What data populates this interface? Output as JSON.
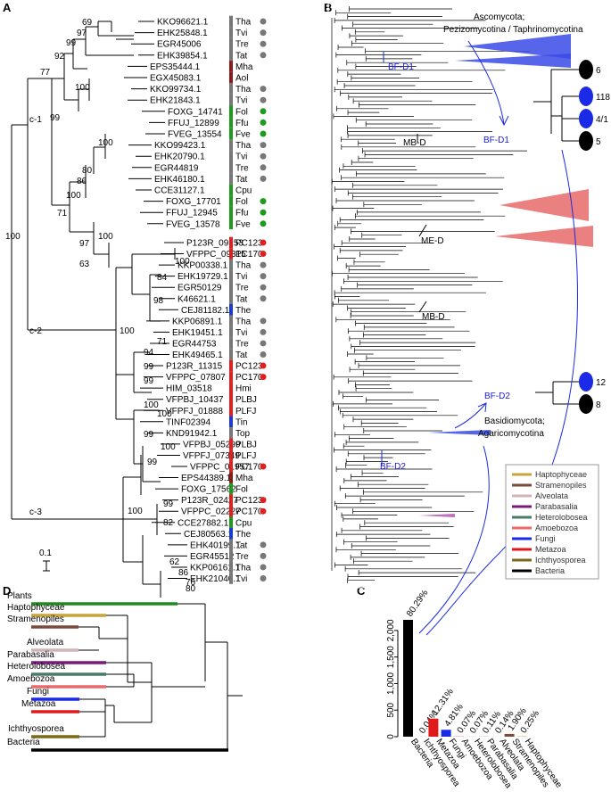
{
  "panels": {
    "a": "A",
    "b": "B",
    "c": "C",
    "d": "D"
  },
  "panel_a": {
    "clades": {
      "c1": "c-1",
      "c2": "c-2",
      "c3": "c-3"
    },
    "scale": "0.1",
    "supports": {
      "s1": "69",
      "s2": "97",
      "s3": "99",
      "s4": "92",
      "s5": "77",
      "s6": "100",
      "s7": "99",
      "s8": "100",
      "s9": "80",
      "s10": "86",
      "s11": "100",
      "s12": "71",
      "s13": "100",
      "s14": "97",
      "s15": "63",
      "s16": "100",
      "s17": "100",
      "s18": "84",
      "s19": "98",
      "s20": "100",
      "s21": "71",
      "s22": "94",
      "s23": "99",
      "s24": "99",
      "s25": "100",
      "s26": "100",
      "s27": "99",
      "s28": "100",
      "s29": "99",
      "s30": "100",
      "s31": "99",
      "s32": "82",
      "s33": "62",
      "s34": "86",
      "s35": "76",
      "s36": "80"
    },
    "leaves": [
      {
        "id": "KKO96621.1",
        "sp": "Tha",
        "bar": "#777777",
        "dot": "#777777"
      },
      {
        "id": "EHK25848.1",
        "sp": "Tvi",
        "bar": "#777777",
        "dot": "#777777"
      },
      {
        "id": "EGR45006",
        "sp": "Tre",
        "bar": "#777777",
        "dot": "#777777"
      },
      {
        "id": "EHK39854.1",
        "sp": "Tat",
        "bar": "#777777",
        "dot": "#777777"
      },
      {
        "id": "EPS35444.1",
        "sp": "Mha",
        "bar": "#8b1a1a",
        "dot": ""
      },
      {
        "id": "EGX45083.1",
        "sp": "Aol",
        "bar": "#8b1a1a",
        "dot": ""
      },
      {
        "id": "KKO99734.1",
        "sp": "Tha",
        "bar": "#777777",
        "dot": "#777777"
      },
      {
        "id": "EHK21843.1",
        "sp": "Tvi",
        "bar": "#777777",
        "dot": "#777777"
      },
      {
        "id": "FOXG_14741",
        "sp": "Fol",
        "bar": "#1f9a1f",
        "dot": "#1f9a1f"
      },
      {
        "id": "FFUJ_12899",
        "sp": "Ffu",
        "bar": "#1f9a1f",
        "dot": "#1f9a1f"
      },
      {
        "id": "FVEG_13554",
        "sp": "Fve",
        "bar": "#1f9a1f",
        "dot": "#1f9a1f"
      },
      {
        "id": "KKO99423.1",
        "sp": "Tha",
        "bar": "#777777",
        "dot": "#777777"
      },
      {
        "id": "EHK20790.1",
        "sp": "Tvi",
        "bar": "#777777",
        "dot": "#777777"
      },
      {
        "id": "EGR44819",
        "sp": "Tre",
        "bar": "#777777",
        "dot": "#777777"
      },
      {
        "id": "EHK46180.1",
        "sp": "Tat",
        "bar": "#777777",
        "dot": "#777777"
      },
      {
        "id": "CCE31127.1",
        "sp": "Cpu",
        "bar": "#1f9a1f",
        "dot": ""
      },
      {
        "id": "FOXG_17701",
        "sp": "Fol",
        "bar": "#1f9a1f",
        "dot": "#1f9a1f"
      },
      {
        "id": "FFUJ_12945",
        "sp": "Ffu",
        "bar": "#1f9a1f",
        "dot": "#1f9a1f"
      },
      {
        "id": "FVEG_13578",
        "sp": "Fve",
        "bar": "#1f9a1f",
        "dot": "#1f9a1f"
      },
      {
        "id": "P123R_09153",
        "sp": "PC123",
        "bar": "#e02020",
        "dot": "#e02020"
      },
      {
        "id": "VFPPC_09315",
        "sp": "PC170",
        "bar": "#e02020",
        "dot": "#e02020"
      },
      {
        "id": "KKP00338.1",
        "sp": "Tha",
        "bar": "#777777",
        "dot": "#777777"
      },
      {
        "id": "EHK19729.1",
        "sp": "Tvi",
        "bar": "#777777",
        "dot": "#777777"
      },
      {
        "id": "EGR50129",
        "sp": "Tre",
        "bar": "#777777",
        "dot": "#777777"
      },
      {
        "id": "K46621.1",
        "sp": "Tat",
        "bar": "#777777",
        "dot": "#777777"
      },
      {
        "id": "CEJ81182.1",
        "sp": "The",
        "bar": "#1a3ad6",
        "dot": ""
      },
      {
        "id": "KKP06891.1",
        "sp": "Tha",
        "bar": "#777777",
        "dot": "#777777"
      },
      {
        "id": "EHK19451.1",
        "sp": "Tvi",
        "bar": "#777777",
        "dot": "#777777"
      },
      {
        "id": "EGR44753",
        "sp": "Tre",
        "bar": "#777777",
        "dot": "#777777"
      },
      {
        "id": "EHK49465.1",
        "sp": "Tat",
        "bar": "#777777",
        "dot": "#777777"
      },
      {
        "id": "P123R_11315",
        "sp": "PC123",
        "bar": "#e02020",
        "dot": "#e02020"
      },
      {
        "id": "VFPPC_07807",
        "sp": "PC170",
        "bar": "#e02020",
        "dot": "#e02020"
      },
      {
        "id": "HIM_03518",
        "sp": "Hmi",
        "bar": "#e02020",
        "dot": ""
      },
      {
        "id": "VFPBJ_10437",
        "sp": "PLBJ",
        "bar": "#e02020",
        "dot": ""
      },
      {
        "id": "VFPFJ_01888",
        "sp": "PLFJ",
        "bar": "#e02020",
        "dot": ""
      },
      {
        "id": "TINF02394",
        "sp": "Tin",
        "bar": "#1a3ad6",
        "dot": ""
      },
      {
        "id": "KND91942.1",
        "sp": "Top",
        "bar": "#777777",
        "dot": ""
      },
      {
        "id": "VFPBJ_05299",
        "sp": "PLBJ",
        "bar": "#e02020",
        "dot": ""
      },
      {
        "id": "VFPFJ_07349",
        "sp": "PLFJ",
        "bar": "#e02020",
        "dot": ""
      },
      {
        "id": "VFPPC_01957",
        "sp": "PC170",
        "bar": "#e02020",
        "dot": "#e02020"
      },
      {
        "id": "EPS44389.1",
        "sp": "Mha",
        "bar": "#8b1a1a",
        "dot": ""
      },
      {
        "id": "FOXG_17562",
        "sp": "Fol",
        "bar": "#1f9a1f",
        "dot": ""
      },
      {
        "id": "P123R_02427",
        "sp": "PC123",
        "bar": "#e02020",
        "dot": "#e02020"
      },
      {
        "id": "VFPPC_02227",
        "sp": "PC170",
        "bar": "#e02020",
        "dot": "#e02020"
      },
      {
        "id": "CCE27882.1",
        "sp": "Cpu",
        "bar": "#1f9a1f",
        "dot": ""
      },
      {
        "id": "CEJ80563.1",
        "sp": "The",
        "bar": "#1a3ad6",
        "dot": ""
      },
      {
        "id": "EHK40199.1",
        "sp": "Tat",
        "bar": "#777777",
        "dot": "#777777"
      },
      {
        "id": "EGR45512",
        "sp": "Tre",
        "bar": "#777777",
        "dot": "#777777"
      },
      {
        "id": "KKP06161.1",
        "sp": "Tha",
        "bar": "#777777",
        "dot": "#777777"
      },
      {
        "id": "EHK21040.1",
        "sp": "Tvi",
        "bar": "#777777",
        "dot": "#777777"
      }
    ]
  },
  "panel_b": {
    "asco": "Ascomycota;",
    "asco2": "Pezizomycotina / Taphrinomycotina",
    "basidio": "Basidiomycota;",
    "basidio2": "Agaricomycotina",
    "bfd1": "BF-D1",
    "bfd1b": "BF-D1",
    "bfd2": "BF-D2",
    "bfd2b": "BF-D2",
    "mbd1": "MB-D",
    "mbd2": "MB-D",
    "med": "ME-D",
    "counts": {
      "n6": "6",
      "n118": "118",
      "n41": "4/1",
      "n5": "5",
      "n12": "12",
      "n8": "8"
    },
    "legend": [
      {
        "name": "Haptophyceae",
        "color": "#c8a43c"
      },
      {
        "name": "Stramenopiles",
        "color": "#7a4a3a"
      },
      {
        "name": "Alveolata",
        "color": "#cfb4b8"
      },
      {
        "name": "Parabasalia",
        "color": "#7a1a7a"
      },
      {
        "name": "Heterolobosea",
        "color": "#4a7a6a"
      },
      {
        "name": "Amoebozoa",
        "color": "#e86a6a"
      },
      {
        "name": "Fungi",
        "color": "#1a2ae6"
      },
      {
        "name": "Metazoa",
        "color": "#e01a1a"
      },
      {
        "name": "Ichthyosporea",
        "color": "#7a6a1a"
      },
      {
        "name": "Bacteria",
        "color": "#000000"
      }
    ]
  },
  "chart_data": {
    "type": "bar",
    "categories": [
      "Bacteria",
      "Ichthyosporea",
      "Metazoa",
      "Fungi",
      "Amoebozoa",
      "Heterolobosea",
      "Parabasalia",
      "Alveolata",
      "Stramenopiles",
      "Haptophyceae"
    ],
    "values": [
      2200,
      1,
      340,
      130,
      6,
      2,
      2,
      3,
      52,
      7
    ],
    "labels": [
      "80.29%",
      "0.04%",
      "12.31%",
      "4.81%",
      "0.07%",
      "0.07%",
      "0.11%",
      "0.14%",
      "1.90%",
      "0.25%"
    ],
    "colors": [
      "#000000",
      "#7a6a1a",
      "#e01a1a",
      "#1a2ae6",
      "#e86a6a",
      "#4a7a6a",
      "#7a1a7a",
      "#cfb4b8",
      "#7a4a3a",
      "#c8a43c"
    ],
    "yticks": [
      "0",
      "500",
      "1,000",
      "1,500",
      "2,000"
    ],
    "ylim": [
      0,
      2200
    ]
  },
  "panel_d": {
    "taxa": [
      {
        "name": "Plants",
        "color": "#1f8a1f"
      },
      {
        "name": "Haptophyceae",
        "color": "#c8a43c"
      },
      {
        "name": "Stramenopiles",
        "color": "#7a4a3a"
      },
      {
        "name": "Alveolata",
        "color": "#cfb4b8"
      },
      {
        "name": "Parabasalia",
        "color": "#7a1a7a"
      },
      {
        "name": "Heterolobosea",
        "color": "#4a7a6a"
      },
      {
        "name": "Amoebozoa",
        "color": "#e86a6a"
      },
      {
        "name": "Fungi",
        "color": "#1a2ae6"
      },
      {
        "name": "Metazoa",
        "color": "#e01a1a"
      },
      {
        "name": "Ichthyosporea",
        "color": "#7a6a1a"
      },
      {
        "name": "Bacteria",
        "color": "#000000"
      }
    ]
  }
}
